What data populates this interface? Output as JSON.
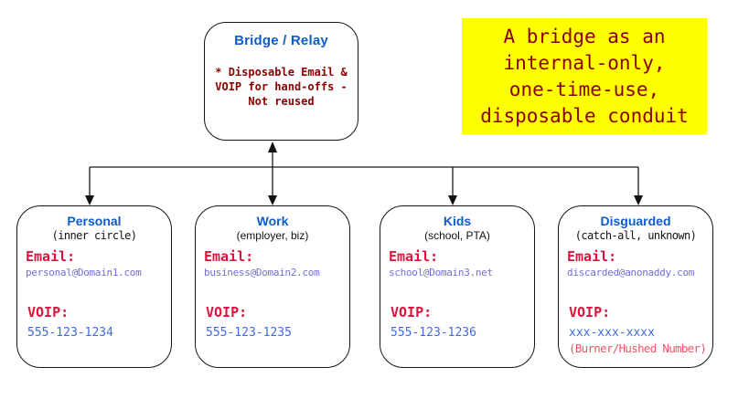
{
  "bridge": {
    "title": "Bridge / Relay",
    "note": "* Disposable Email &\nVOIP for hand-offs -\nNot reused"
  },
  "callout": {
    "text": "A bridge as an\ninternal-only,\none-time-use,\ndisposable conduit"
  },
  "accounts": [
    {
      "title": "Personal",
      "subtitle": "(inner circle)",
      "email_label": "Email:",
      "email": "personal@Domain1.com",
      "voip_label": "VOIP:",
      "voip": "555-123-1234"
    },
    {
      "title": "Work",
      "subtitle": "(employer, biz)",
      "email_label": "Email:",
      "email": "business@Domain2.com",
      "voip_label": "VOIP:",
      "voip": "555-123-1235"
    },
    {
      "title": "Kids",
      "subtitle": "(school, PTA)",
      "email_label": "Email:",
      "email": "school@Domain3.net",
      "voip_label": "VOIP:",
      "voip": "555-123-1236"
    },
    {
      "title": "Disguarded",
      "subtitle": "(catch-all, unknown)",
      "email_label": "Email:",
      "email": "discarded@anonaddy.com",
      "voip_label": "VOIP:",
      "voip": "xxx-xxx-xxxx",
      "voip_note": "(Burner/Hushed Number)"
    }
  ],
  "colors": {
    "title_blue": "#0c5dc8",
    "label_crimson": "#dc143c",
    "dark_red": "#8b0000",
    "email_blue": "#6f6fd8",
    "phone_blue": "#4169e1",
    "note_red": "#ef5466",
    "callout_bg": "#ffff00",
    "line": "#1a1a1a"
  }
}
